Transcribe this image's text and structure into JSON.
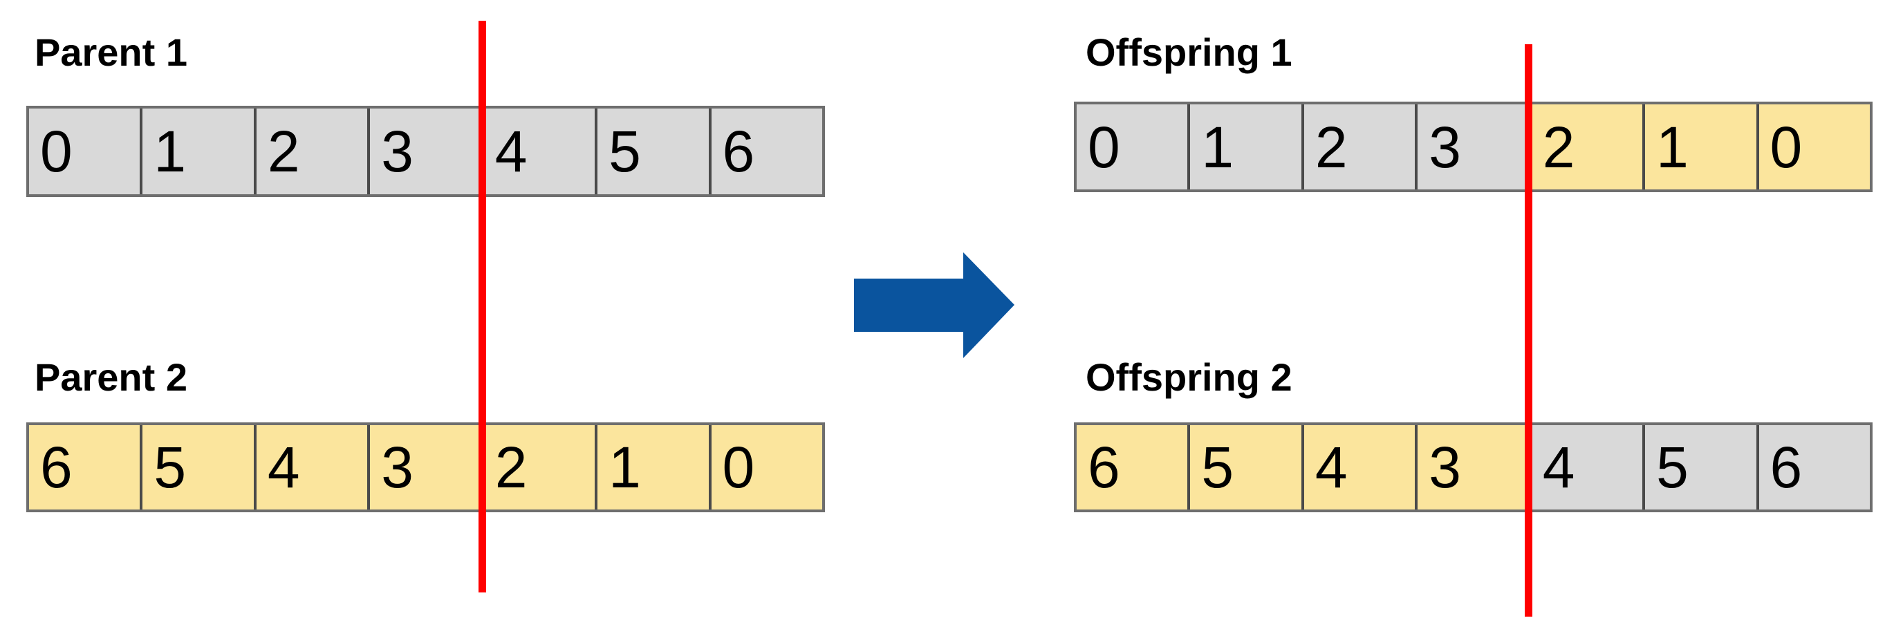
{
  "colors": {
    "gray_cell": "#D9D9D9",
    "yellow_cell": "#FBE59D",
    "crossover_line": "#FF0000",
    "arrow": "#0A549E",
    "cell_border": "#4A4A4A",
    "row_border": "#6E6E6E",
    "text": "#000000",
    "background": "#FFFFFF"
  },
  "rows": [
    {
      "id": "parent-1",
      "label": "Parent 1",
      "values": [
        "0",
        "1",
        "2",
        "3",
        "4",
        "5",
        "6"
      ],
      "fills": [
        "gray",
        "gray",
        "gray",
        "gray",
        "gray",
        "gray",
        "gray"
      ]
    },
    {
      "id": "parent-2",
      "label": "Parent 2",
      "values": [
        "6",
        "5",
        "4",
        "3",
        "2",
        "1",
        "0"
      ],
      "fills": [
        "yellow",
        "yellow",
        "yellow",
        "yellow",
        "yellow",
        "yellow",
        "yellow"
      ]
    },
    {
      "id": "offspring-1",
      "label": "Offspring 1",
      "values": [
        "0",
        "1",
        "2",
        "3",
        "2",
        "1",
        "0"
      ],
      "fills": [
        "gray",
        "gray",
        "gray",
        "gray",
        "yellow",
        "yellow",
        "yellow"
      ]
    },
    {
      "id": "offspring-2",
      "label": "Offspring 2",
      "values": [
        "6",
        "5",
        "4",
        "3",
        "4",
        "5",
        "6"
      ],
      "fills": [
        "yellow",
        "yellow",
        "yellow",
        "yellow",
        "gray",
        "gray",
        "gray"
      ]
    }
  ],
  "crossover_point_index": 4,
  "arrow_icon": "right-arrow"
}
